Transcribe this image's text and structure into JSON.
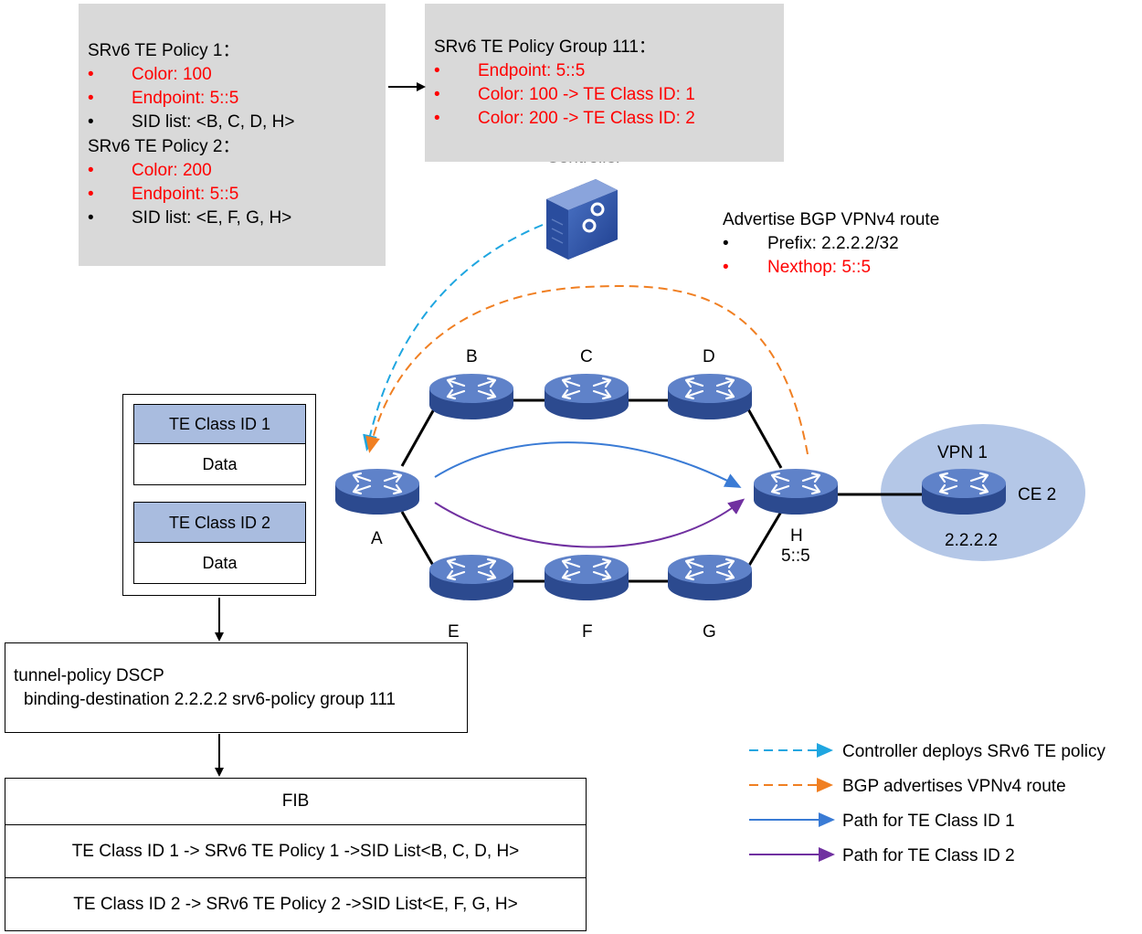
{
  "policy_box": {
    "policy1_title": "SRv6 TE Policy 1：",
    "policy1_items": [
      "Color: 100",
      "Endpoint: 5::5",
      "SID list: <B, C, D, H>"
    ],
    "policy2_title": "SRv6 TE Policy 2：",
    "policy2_items": [
      "Color: 200",
      "Endpoint: 5::5",
      "SID list: <E, F, G, H>"
    ]
  },
  "group_box": {
    "title": "SRv6 TE Policy Group 111：",
    "items": [
      "Endpoint: 5::5",
      "Color: 100 -> TE Class ID: 1",
      "Color: 200 -> TE Class ID: 2"
    ]
  },
  "controller": {
    "label": "Controller"
  },
  "bgp_advert": {
    "title": "Advertise BGP VPNv4 route",
    "items": [
      "Prefix: 2.2.2.2/32",
      "Nexthop: 5::5"
    ]
  },
  "packets": [
    {
      "header": "TE Class ID 1",
      "body": "Data"
    },
    {
      "header": "TE Class ID 2",
      "body": "Data"
    }
  ],
  "tunnel_policy": {
    "line1": "tunnel-policy DSCP",
    "line2": "binding-destination 2.2.2.2 srv6-policy group 111"
  },
  "fib": {
    "title": "FIB",
    "rows": [
      "TE Class ID 1 -> SRv6 TE Policy 1 ->SID List<B, C, D, H>",
      "TE Class ID 2 -> SRv6 TE Policy 2 ->SID List<E, F, G, H>"
    ]
  },
  "nodes": {
    "A": "A",
    "B": "B",
    "C": "C",
    "D": "D",
    "E": "E",
    "F": "F",
    "G": "G",
    "H": "H",
    "H_addr": "5::5"
  },
  "vpn": {
    "name": "VPN 1",
    "ce": "CE 2",
    "addr": "2.2.2.2"
  },
  "legend": [
    "Controller deploys SRv6 TE policy",
    "BGP advertises VPNv4 route",
    "Path for TE Class ID 1",
    "Path for TE Class ID 2"
  ],
  "colors": {
    "red_text": "#ff0000",
    "controller_path": "#1fa6e0",
    "bgp_path": "#f07f22",
    "path1": "#3a7bd5",
    "path2": "#7030a0",
    "box_gray": "#d9d9d9",
    "vpn_fill": "#b4c7e7",
    "packet_header": "#a9bcdf"
  }
}
